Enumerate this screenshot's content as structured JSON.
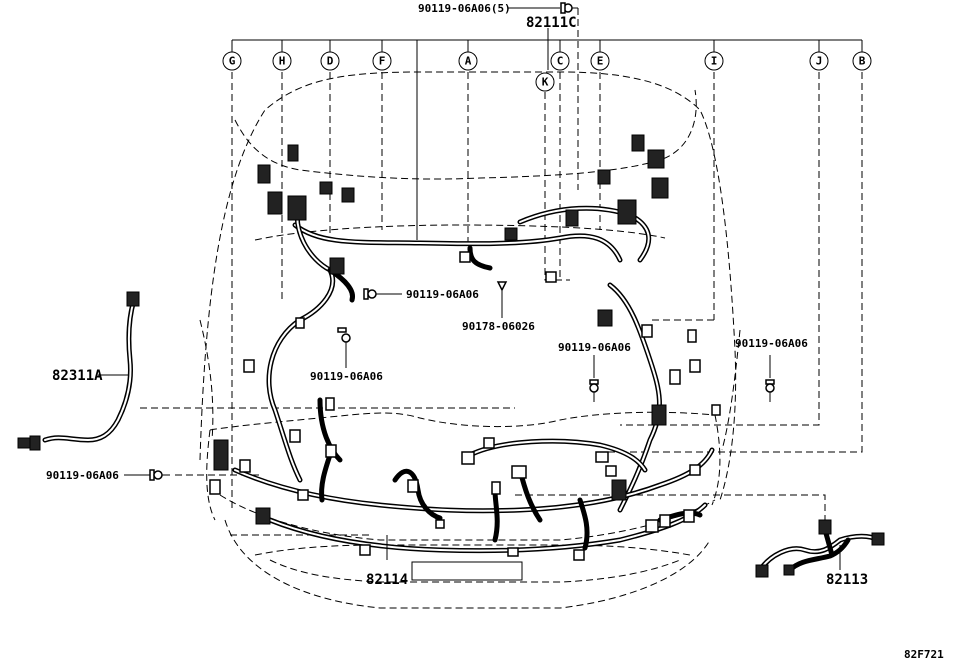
{
  "diagram": {
    "callouts": [
      "G",
      "H",
      "D",
      "F",
      "A",
      "C",
      "E",
      "I",
      "J",
      "B",
      "K"
    ],
    "parts": {
      "top_bolt": "90119-06A06(5)",
      "main_harness_top": "82111C",
      "bolt_center": "90119-06A06",
      "clip_center": "90178-06026",
      "bolt_left_lower": "90119-06A06",
      "bolt_right_a": "90119-06A06",
      "bolt_right_b": "90119-06A06",
      "bolt_left_side": "90119-06A06",
      "harness_left": "82311A",
      "harness_bottom": "82114",
      "harness_right": "82113"
    },
    "figure_code": "82F721"
  }
}
